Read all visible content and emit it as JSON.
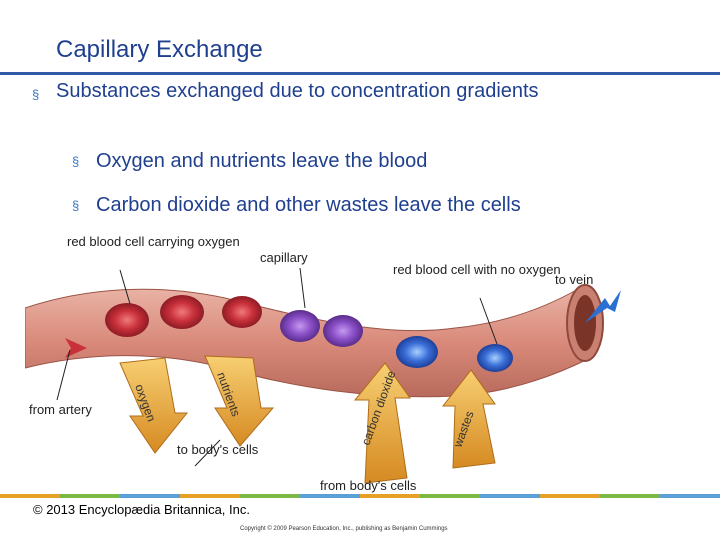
{
  "slide": {
    "title": "Capillary Exchange",
    "bullets": [
      "Substances exchanged due to concentration gradients",
      "Oxygen and nutrients leave the blood",
      "Carbon dioxide and other wastes leave the cells"
    ],
    "bullet_marker": "§"
  },
  "figure": {
    "labels": {
      "rbc_oxygen": "red blood cell carrying oxygen",
      "capillary": "capillary",
      "rbc_no_oxygen": "red blood cell with no oxygen",
      "to_vein": "to vein",
      "from_artery": "from artery",
      "to_cells": "to body's cells",
      "from_cells": "from body's cells",
      "oxygen": "oxygen",
      "nutrients": "nutrients",
      "carbon_dioxide": "carbon dioxide",
      "wastes": "wastes"
    },
    "copyright": "© 2013 Encyclopædia Britannica, Inc."
  },
  "footer": {
    "note": "Copyright © 2009 Pearson Education, Inc., publishing as Benjamin Cummings"
  },
  "colors": {
    "title": "#1f3f8f",
    "oxygenated_cell": "#c8303a",
    "deoxygenated_cell": "#3a6fd8",
    "vessel": "#d98a7a",
    "arrow": "#e8a43a"
  }
}
